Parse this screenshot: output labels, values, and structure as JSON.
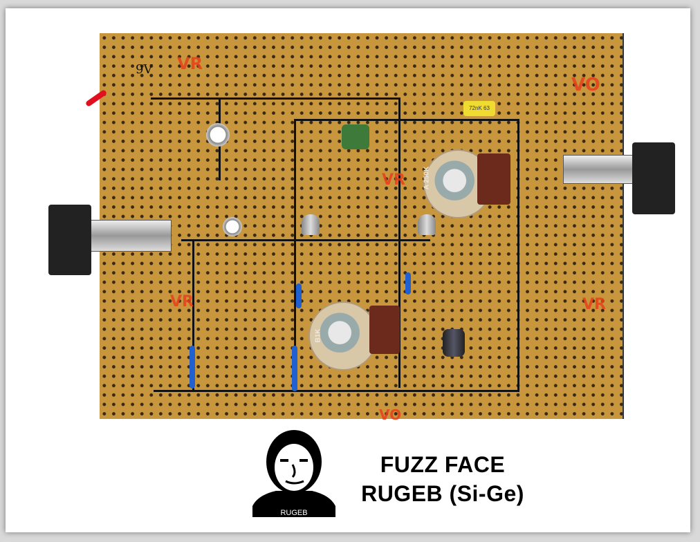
{
  "board": {
    "supply_label": "9V",
    "annotations": [
      "VR",
      "VO",
      "VR",
      "VR",
      "VR",
      "VO"
    ],
    "pot_volume_label": "A 250K",
    "pot_fuzz_label": "B1K",
    "film_cap_label": "72nK 63"
  },
  "caption": {
    "avatar_name": "RUGEB",
    "title_line1": "FUZZ FACE",
    "title_line2": "RUGEB (Si-Ge)"
  },
  "colors": {
    "board": "#c8963c",
    "trace": "#111111",
    "marker_red": "#e8401a",
    "jumper_blue": "#2060d0"
  }
}
